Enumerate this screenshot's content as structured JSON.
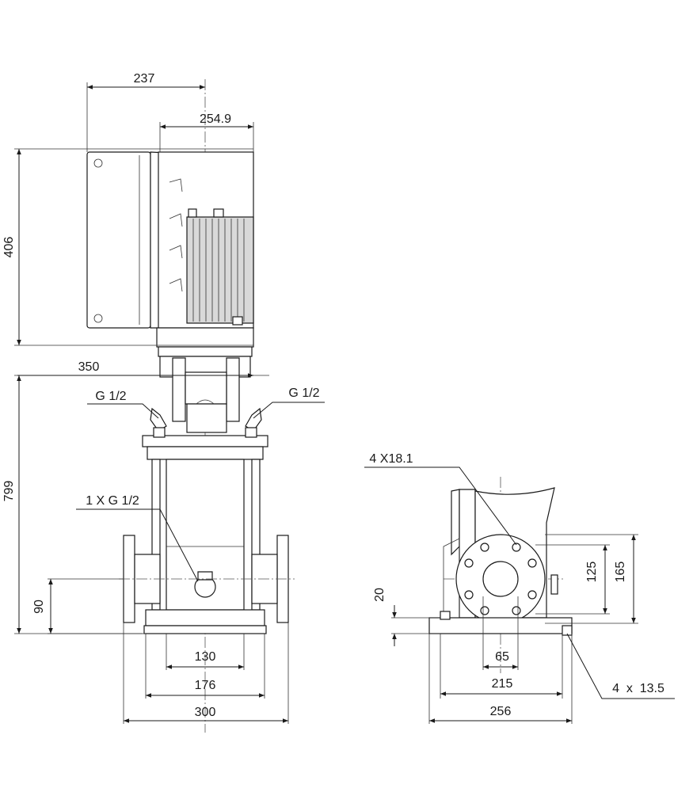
{
  "colors": {
    "line": "#1a1a1a",
    "fill": "#d9d9d9",
    "background": "#ffffff"
  },
  "front_view": {
    "top_width": "237",
    "motor_width": "254.9",
    "motor_height": "406",
    "flange_span": "350",
    "total_height": "799",
    "port_height": "90",
    "vent_left": "G 1/2",
    "vent_right": "G 1/2",
    "drain": "1 X G 1/2",
    "base_inner": "130",
    "base_mid": "176",
    "base_outer": "300"
  },
  "side_view": {
    "flange_holes": "4 X18.1",
    "flange_pcd_inner": "125",
    "flange_pcd_outer": "165",
    "base_thickness": "20",
    "flange_bore": "65",
    "base_holes_span": "215",
    "base_width": "256",
    "base_holes": "4  x  13.5"
  }
}
